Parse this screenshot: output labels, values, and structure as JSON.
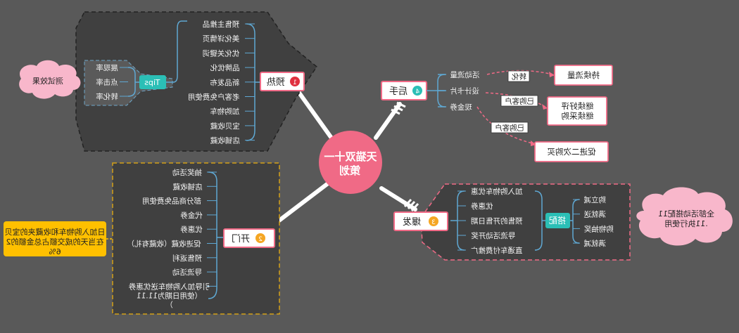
{
  "center": {
    "title_line1": "天猫双十一",
    "title_line2": "策划"
  },
  "branches": {
    "b1": {
      "num": "1",
      "label": "预热"
    },
    "b2": {
      "num": "2",
      "label": "开门"
    },
    "b3": {
      "num": "3",
      "label": "爆发"
    },
    "b4": {
      "num": "4",
      "label": "后手"
    }
  },
  "preheat_items": [
    "预售主推品",
    "美化详情页",
    "优化关键词",
    "品牌优化",
    "新品发布",
    "老客户免费使用",
    "加购物车",
    "宝贝收藏",
    "店铺收藏"
  ],
  "tips": {
    "label": "Tips",
    "items": [
      "展现率",
      "点击率",
      "转化率"
    ]
  },
  "cloud_left": "测试效果",
  "open_items": [
    "抽奖活动",
    "店铺收藏",
    "部分商品免费使用",
    "代金券",
    "优惠券",
    "促进收藏（收藏有礼）",
    "预售返利",
    "导流活动",
    "引导加入购物车送优惠券（使用日期为11.11）"
  ],
  "open_note": "日加入购物车和收藏夹的宝贝在当天的成交额占总金额的26%",
  "burst_items": [
    "加入购物车优惠",
    "优惠券",
    "预售的开售日期",
    "导流活动开奖",
    "直通车付费推广"
  ],
  "burst_combo": {
    "label": "搭配",
    "items": [
      "购立减",
      "满就送",
      "购物抽奖",
      "满就减"
    ]
  },
  "cloud_right": "全部活动搭配11.11执行使用",
  "after": {
    "items": [
      "活动流量",
      "设计卡片",
      "现金券"
    ],
    "tags": [
      "转化",
      "已购客户",
      "已购客户"
    ],
    "results": [
      "持续流量",
      "继续好评继续采购",
      "促进二次购买"
    ]
  },
  "colors": {
    "accent": "#f06a86",
    "teal": "#2bbfb6",
    "orange": "#f5a623",
    "line": "#5fa8d3",
    "cloud": "#f8b7cb",
    "panel": "#404040",
    "yellow": "#ffc000"
  }
}
